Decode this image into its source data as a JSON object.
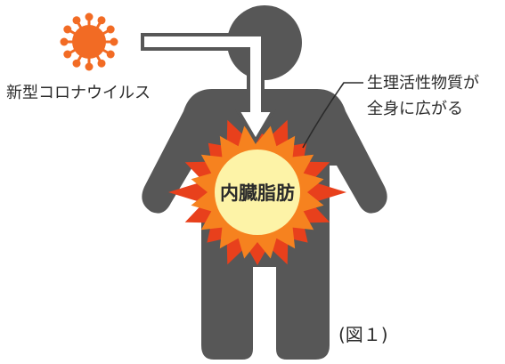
{
  "labels": {
    "virus": "新型コロナウイルス",
    "fat": "内臓脂肪",
    "spread_line1": "生理活性物質が",
    "spread_line2": "全身に広がる",
    "figure": "(図１)"
  },
  "icons": {
    "virus": "virus-icon",
    "body": "person-silhouette",
    "arrow": "bent-arrow"
  },
  "colors": {
    "virus": "#f26b24",
    "body": "#575757",
    "burst_outer": "#e8401c",
    "burst_mid": "#f6821f",
    "fat": "#fdf3a7",
    "text": "#2b2b2b",
    "arrow_fill": "#ffffff",
    "arrow_stroke": "#575757"
  }
}
